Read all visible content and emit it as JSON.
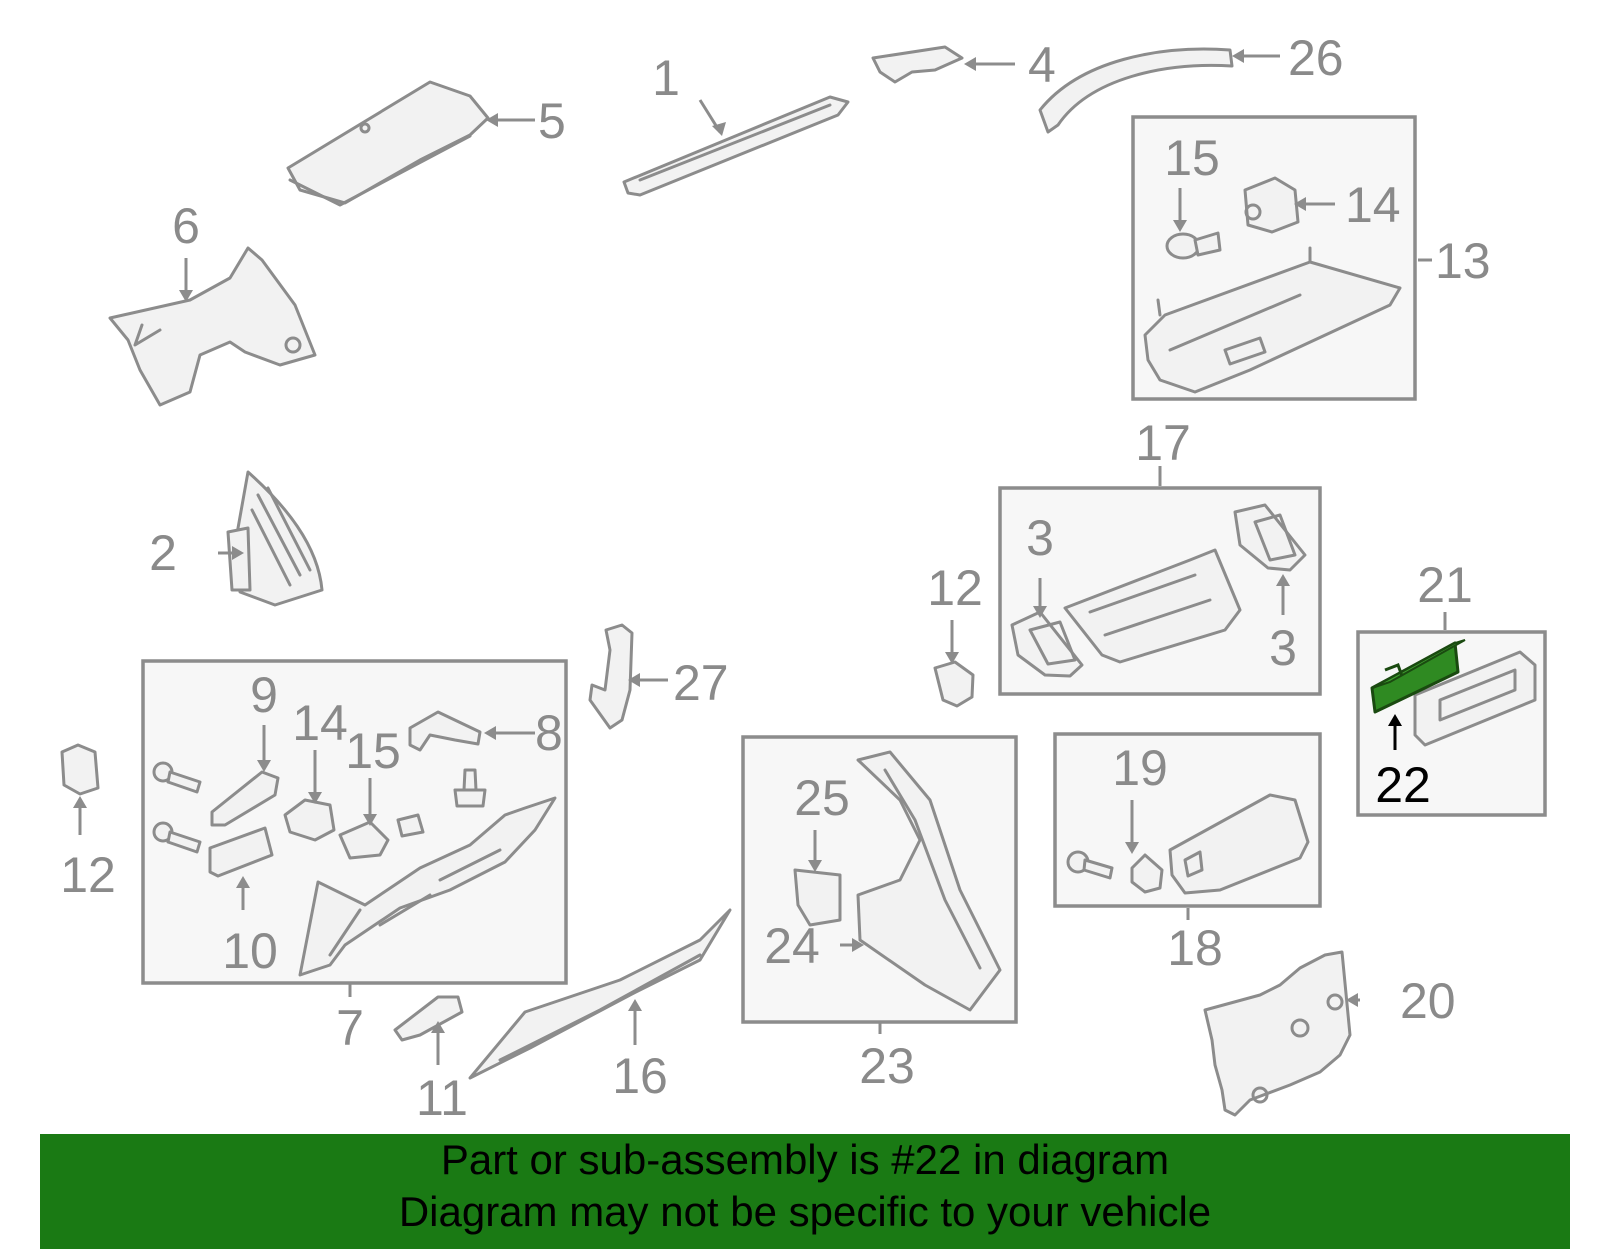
{
  "callouts": [
    {
      "id": "c1",
      "text": "1"
    },
    {
      "id": "c2",
      "text": "2"
    },
    {
      "id": "c3a",
      "text": "3"
    },
    {
      "id": "c3b",
      "text": "3"
    },
    {
      "id": "c4",
      "text": "4"
    },
    {
      "id": "c5",
      "text": "5"
    },
    {
      "id": "c6",
      "text": "6"
    },
    {
      "id": "c7",
      "text": "7"
    },
    {
      "id": "c8",
      "text": "8"
    },
    {
      "id": "c9",
      "text": "9"
    },
    {
      "id": "c10",
      "text": "10"
    },
    {
      "id": "c11",
      "text": "11"
    },
    {
      "id": "c12a",
      "text": "12"
    },
    {
      "id": "c12b",
      "text": "12"
    },
    {
      "id": "c13",
      "text": "13"
    },
    {
      "id": "c14a",
      "text": "14"
    },
    {
      "id": "c14b",
      "text": "14"
    },
    {
      "id": "c15a",
      "text": "15"
    },
    {
      "id": "c15b",
      "text": "15"
    },
    {
      "id": "c16",
      "text": "16"
    },
    {
      "id": "c17",
      "text": "17"
    },
    {
      "id": "c18",
      "text": "18"
    },
    {
      "id": "c19",
      "text": "19"
    },
    {
      "id": "c20",
      "text": "20"
    },
    {
      "id": "c21",
      "text": "21"
    },
    {
      "id": "c22",
      "text": "22"
    },
    {
      "id": "c23",
      "text": "23"
    },
    {
      "id": "c24",
      "text": "24"
    },
    {
      "id": "c25",
      "text": "25"
    },
    {
      "id": "c26",
      "text": "26"
    },
    {
      "id": "c27",
      "text": "27"
    }
  ],
  "highlight": {
    "part_number": "22",
    "color": "#2f8a22"
  },
  "banner": {
    "line1": "Part or sub-assembly is #22 in diagram",
    "line2": "Diagram may not be specific to your vehicle",
    "background": "#1a7a14"
  }
}
